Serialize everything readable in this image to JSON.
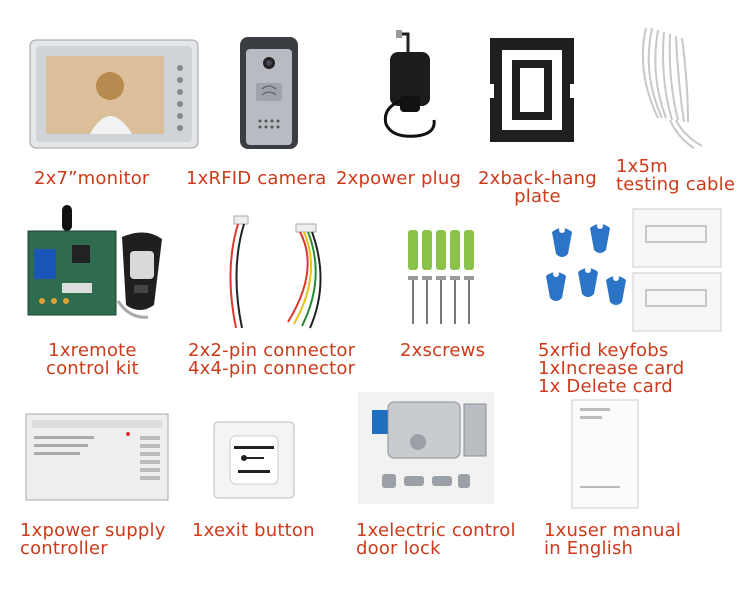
{
  "items": [
    {
      "caption": "2x7”monitor"
    },
    {
      "caption": "1xRFID camera"
    },
    {
      "caption": "2xpower plug"
    },
    {
      "caption": "2xback-hang\nplate"
    },
    {
      "caption": "1x5m\ntesting cable"
    },
    {
      "caption": "1xremote\ncontrol kit"
    },
    {
      "caption": "2x2-pin connector\n4x4-pin connector"
    },
    {
      "caption": "2xscrews"
    },
    {
      "caption": "5xrfid keyfobs\n1xIncrease card\n1x Delete card"
    },
    {
      "caption": "1xpower supply\ncontroller"
    },
    {
      "caption": "1xexit button"
    },
    {
      "caption": "1xelectric control\ndoor lock"
    },
    {
      "caption": "1xuser manual\nin English"
    }
  ]
}
